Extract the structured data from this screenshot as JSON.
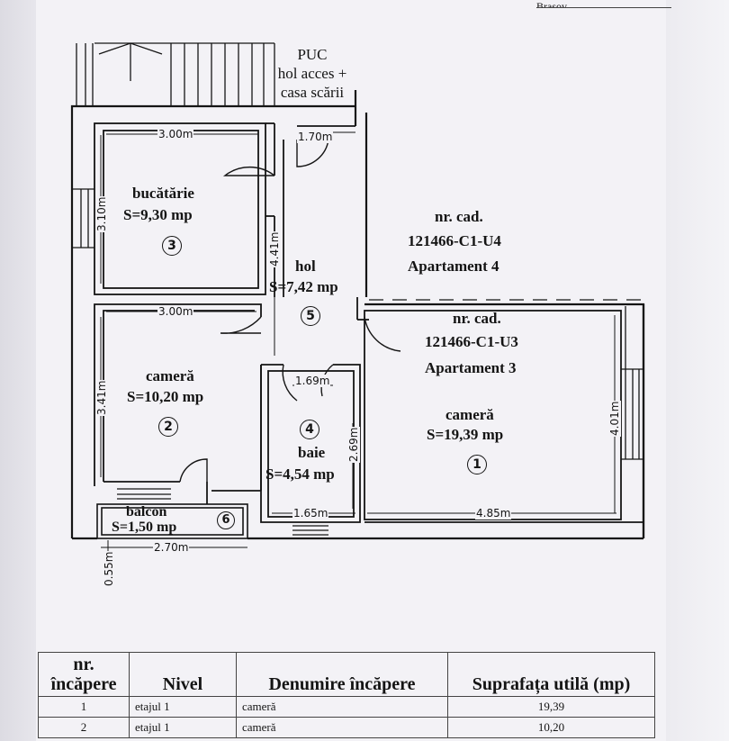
{
  "header": {
    "corner_text": "Brașov"
  },
  "stair": {
    "label_lines": [
      "PUC",
      "hol acces +",
      "casa scării"
    ]
  },
  "rooms": {
    "bucatarie": {
      "name": "bucătărie",
      "area": "S=9,30 mp",
      "num": "3",
      "dim_w": "3.00m",
      "dim_h": "3.10m"
    },
    "hol": {
      "name": "hol",
      "area": "S=7,42 mp",
      "num": "5",
      "dim_h": "4.41m",
      "dim_door": "1.70m"
    },
    "camera2": {
      "name": "cameră",
      "area": "S=10,20 mp",
      "num": "2",
      "dim_w": "3.00m",
      "dim_h": "3.41m"
    },
    "baie": {
      "name": "baie",
      "area": "S=4,54 mp",
      "num": "4",
      "dim_w": "1.69m",
      "dim_w2": "1.65m",
      "dim_h": "2.69m"
    },
    "camera1": {
      "name": "cameră",
      "area": "S=19,39 mp",
      "num": "1",
      "dim_w": "4.85m",
      "dim_h": "4.01m"
    },
    "balcon": {
      "name": "balcon",
      "area": "S=1,50 mp",
      "num": "6",
      "dim_w": "2.70m",
      "dim_h": "0.55m"
    }
  },
  "apartments": {
    "apt4": {
      "cad_label": "nr. cad.",
      "cad_id": "121466-C1-U4",
      "name": "Apartament 4"
    },
    "apt3": {
      "cad_label": "nr. cad.",
      "cad_id": "121466-C1-U3",
      "name": "Apartament 3"
    }
  },
  "table": {
    "headers": [
      "nr. încăpere",
      "Nivel",
      "Denumire încăpere",
      "Suprafața utilă (mp)"
    ],
    "rows": [
      {
        "nr": "1",
        "nivel": "etajul 1",
        "denumire": "cameră",
        "suprafata": "19,39"
      },
      {
        "nr": "2",
        "nivel": "etajul 1",
        "denumire": "cameră",
        "suprafata": "10,20"
      }
    ]
  }
}
